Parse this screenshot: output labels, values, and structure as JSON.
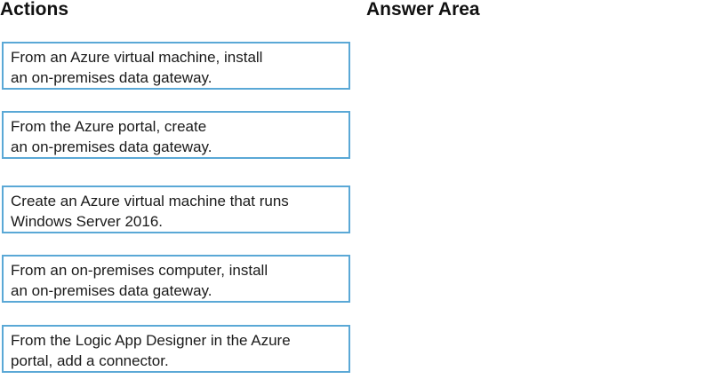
{
  "actions": {
    "heading": "Actions",
    "items": [
      {
        "line1": "From an Azure virtual machine, install",
        "line2": "an on-premises data gateway."
      },
      {
        "line1": "From the Azure portal, create",
        "line2": "an on-premises data gateway."
      },
      {
        "line1": "Create an Azure virtual machine that runs",
        "line2": "Windows Server 2016."
      },
      {
        "line1": "From an on-premises computer, install",
        "line2": "an on-premises data gateway."
      },
      {
        "line1": "From the Logic App Designer in the Azure",
        "line2": "portal, add a connector."
      }
    ]
  },
  "answer": {
    "heading": "Answer Area"
  },
  "colors": {
    "box_border": "#5aa8d6"
  }
}
